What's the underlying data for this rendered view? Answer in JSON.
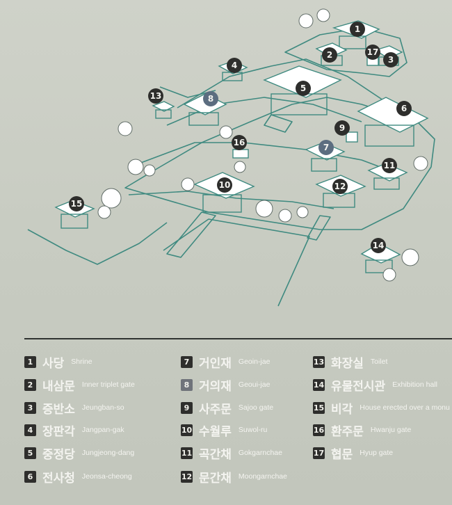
{
  "markers": [
    {
      "num": "1",
      "style": "dark"
    },
    {
      "num": "2",
      "style": "dark"
    },
    {
      "num": "3",
      "style": "dark"
    },
    {
      "num": "4",
      "style": "dark"
    },
    {
      "num": "5",
      "style": "dark"
    },
    {
      "num": "6",
      "style": "dark"
    },
    {
      "num": "7",
      "style": "blue"
    },
    {
      "num": "8",
      "style": "blue"
    },
    {
      "num": "9",
      "style": "dark"
    },
    {
      "num": "10",
      "style": "dark"
    },
    {
      "num": "11",
      "style": "dark"
    },
    {
      "num": "12",
      "style": "dark"
    },
    {
      "num": "13",
      "style": "dark"
    },
    {
      "num": "14",
      "style": "dark"
    },
    {
      "num": "15",
      "style": "dark"
    },
    {
      "num": "16",
      "style": "dark"
    },
    {
      "num": "17",
      "style": "dark"
    }
  ],
  "legend": [
    {
      "num": "1",
      "ko": "사당",
      "en": "Shrine",
      "style": "dark"
    },
    {
      "num": "2",
      "ko": "내삼문",
      "en": "Inner triplet gate",
      "style": "dark"
    },
    {
      "num": "3",
      "ko": "증반소",
      "en": "Jeungban-so",
      "style": "dark"
    },
    {
      "num": "4",
      "ko": "장판각",
      "en": "Jangpan-gak",
      "style": "dark"
    },
    {
      "num": "5",
      "ko": "중정당",
      "en": "Jungjeong-dang",
      "style": "dark"
    },
    {
      "num": "6",
      "ko": "전사청",
      "en": "Jeonsa-cheong",
      "style": "dark"
    },
    {
      "num": "7",
      "ko": "거인재",
      "en": "Geoin-jae",
      "style": "dark"
    },
    {
      "num": "8",
      "ko": "거의재",
      "en": "Geoui-jae",
      "style": "blue"
    },
    {
      "num": "9",
      "ko": "사주문",
      "en": "Sajoo gate",
      "style": "dark"
    },
    {
      "num": "10",
      "ko": "수월루",
      "en": "Suwol-ru",
      "style": "dark"
    },
    {
      "num": "11",
      "ko": "곡간채",
      "en": "Gokgarnchae",
      "style": "dark"
    },
    {
      "num": "12",
      "ko": "문간채",
      "en": "Moongarnchae",
      "style": "dark"
    },
    {
      "num": "13",
      "ko": "화장실",
      "en": "Toilet",
      "style": "dark"
    },
    {
      "num": "14",
      "ko": "유물전시관",
      "en": "Exhibition hall",
      "style": "dark"
    },
    {
      "num": "15",
      "ko": "비각",
      "en": "House erected over a monu",
      "style": "dark"
    },
    {
      "num": "16",
      "ko": "환주문",
      "en": "Hwanju gate",
      "style": "dark"
    },
    {
      "num": "17",
      "ko": "협문",
      "en": "Hyup gate",
      "style": "dark"
    }
  ],
  "colors": {
    "line": "#3f8a80",
    "dark": "#2e2e2c",
    "blue": "#5c6d80",
    "text": "#f4f4f0"
  }
}
